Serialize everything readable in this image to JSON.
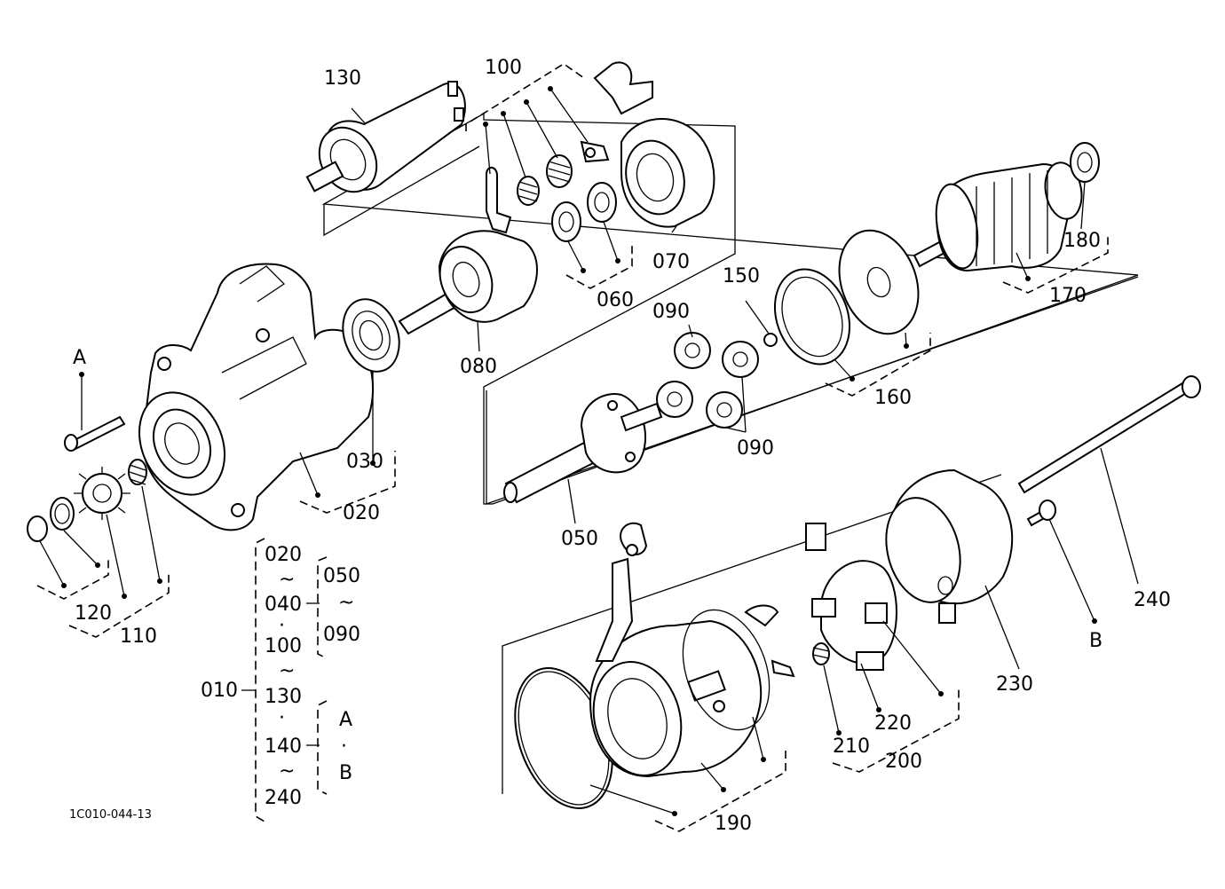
{
  "diagram_code": "1C010-044-13",
  "callouts": {
    "p010": "010",
    "p020": "020",
    "p030": "030",
    "p050": "050",
    "p060": "060",
    "p070": "070",
    "p080": "080",
    "p090a": "090",
    "p090b": "090",
    "p100": "100",
    "p110": "110",
    "p120": "120",
    "p130": "130",
    "p150": "150",
    "p160": "160",
    "p170": "170",
    "p180": "180",
    "p190": "190",
    "p200": "200",
    "p210": "210",
    "p220": "220",
    "p230": "230",
    "p240": "240",
    "A": "A",
    "B": "B"
  },
  "assembly_list": {
    "assembly": "010",
    "left_column": [
      "020",
      "040",
      "100",
      "130",
      "140",
      "240"
    ],
    "left_separators": [
      "~",
      "·",
      "~",
      "·",
      "~"
    ],
    "sub_range": [
      "050",
      "090"
    ],
    "sub_separator": "~",
    "bolts": [
      "A",
      "B"
    ],
    "bolts_separator": "·"
  }
}
